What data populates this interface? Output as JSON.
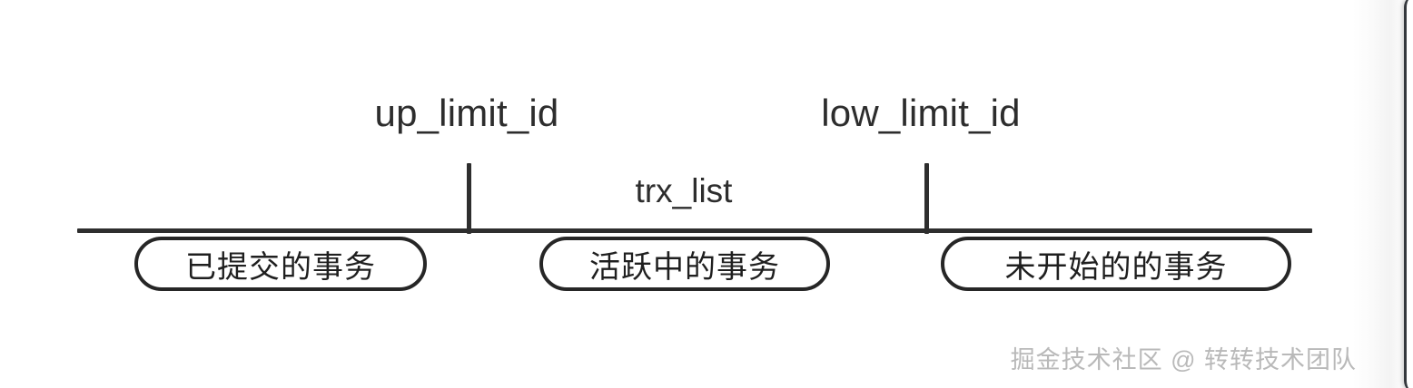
{
  "diagram": {
    "type": "transaction-id-number-line",
    "axis": {
      "name": "trx-id-axis",
      "mid_label": "trx_list"
    },
    "markers": [
      {
        "id": "up_limit_id",
        "label": "up_limit_id"
      },
      {
        "id": "low_limit_id",
        "label": "low_limit_id"
      }
    ],
    "segments": [
      {
        "id": "committed",
        "label": "已提交的事务"
      },
      {
        "id": "active",
        "label": "活跃中的事务"
      },
      {
        "id": "not-started",
        "label": "未开始的的事务"
      }
    ]
  },
  "watermark": {
    "text": "掘金技术社区 @ 转转技术团队"
  },
  "colors": {
    "stroke": "#2e2e2e",
    "pill_border": "#262626",
    "text": "#2d2d2d",
    "watermark": "#b9b9b9",
    "background": "#ffffff"
  }
}
